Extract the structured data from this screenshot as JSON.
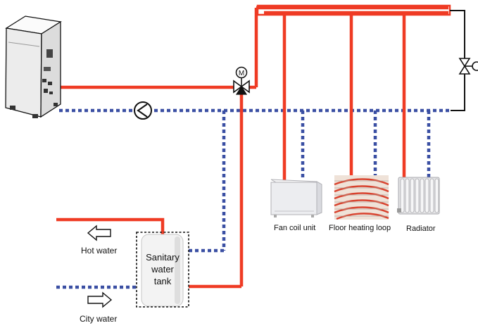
{
  "labels": {
    "fan_coil_unit": "Fan coil unit",
    "floor_heating_loop": "Floor heating loop",
    "radiator": "Radiator",
    "hot_water": "Hot water",
    "city_water": "City water",
    "tank_line1": "Sanitary",
    "tank_line2": "water",
    "tank_line3": "tank",
    "valve_letter": "M"
  },
  "colors": {
    "supply_pipe": "#ef3b24",
    "return_pipe": "#3a4fa3",
    "line": "#111111",
    "floor_pipe": "#d8432f",
    "floor_bg": "#efe2d8",
    "tank_fill": "#f3f3f3",
    "unit_fill": "#f0f0f0",
    "fan_coil_fill": "#ecedf0",
    "radiator_fill": "#e4e4e6"
  },
  "icons": {
    "outdoor_unit": "heat-pump-unit-icon",
    "pump": "circulation-pump-icon",
    "valve": "motorized-three-way-valve-icon",
    "bypass_valve": "bypass-valve-icon",
    "hot_arrow": "arrow-left-icon",
    "city_arrow": "arrow-right-icon"
  }
}
